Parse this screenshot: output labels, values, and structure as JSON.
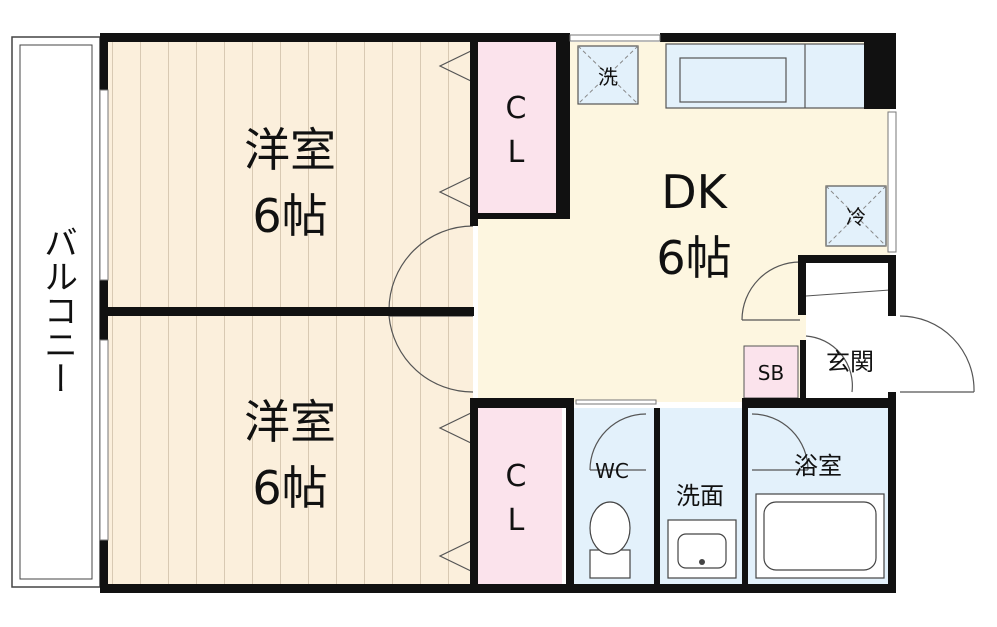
{
  "rooms": {
    "western_room_top": {
      "name": "洋室",
      "size": "6帖"
    },
    "western_room_bottom": {
      "name": "洋室",
      "size": "6帖"
    },
    "dk": {
      "name": "DK",
      "size": "6帖"
    },
    "closet_top": {
      "line1": "C",
      "line2": "L"
    },
    "closet_bottom": {
      "line1": "C",
      "line2": "L"
    },
    "wc": "WC",
    "washroom": "洗面",
    "bathroom": "浴室",
    "entrance": "玄関",
    "shoe_box": "SB",
    "balcony": "バルコニー"
  },
  "fixtures": {
    "washer": "洗",
    "fridge": "冷"
  },
  "colors": {
    "wood_floor": "#fbefdc",
    "wood_line": "#d8c9b3",
    "closet": "#fbe3ec",
    "wet_area": "#e3f1fb",
    "dk_floor": "#fdf6e0",
    "entrance": "#ffffff",
    "shoe_box": "#fbe3ec",
    "wall": "#111111"
  }
}
